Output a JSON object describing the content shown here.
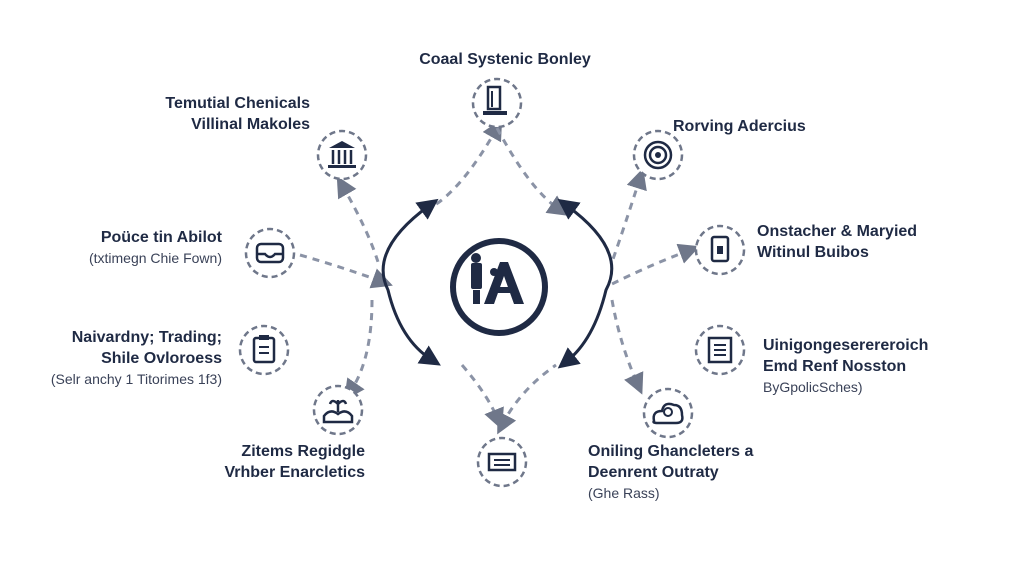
{
  "colors": {
    "ink": "#1f2a44",
    "dash": "#8b93a6",
    "bg": "#ffffff"
  },
  "hub": {
    "icon": "central-hub-logo-icon"
  },
  "nodes": [
    {
      "id": "top",
      "icon": "document-stand-icon",
      "title": [
        "Coaal Systenic Bonley"
      ],
      "sub": ""
    },
    {
      "id": "upper-left",
      "icon": "pillar-building-icon",
      "title": [
        "Temutial Chenicals",
        "Villinal Makoles"
      ],
      "sub": ""
    },
    {
      "id": "upper-right",
      "icon": "target-icon",
      "title": [
        "Rorving Adercius"
      ],
      "sub": ""
    },
    {
      "id": "mid-left",
      "icon": "inbox-tray-icon",
      "title": [
        "Poüce tin Abilot"
      ],
      "sub": "(txtimegn Chie Fown)"
    },
    {
      "id": "mid-right",
      "icon": "tablet-icon",
      "title": [
        "Onstacher & Maryied",
        "Witinul Buibos"
      ],
      "sub": ""
    },
    {
      "id": "lower-left",
      "icon": "clipboard-icon",
      "title": [
        "Naivardny; Trading;",
        "Shile Ovlorоess"
      ],
      "sub": "(Selr anchy 1 Titorimes 1f3)"
    },
    {
      "id": "lower-right",
      "icon": "document-list-icon",
      "title": [
        "Uinigongeserereroich",
        "Emd Renf Nosston"
      ],
      "sub": "BуGpolicSches)"
    },
    {
      "id": "bottom-left",
      "icon": "hands-plant-icon",
      "title": [
        "Zitems Regidgle",
        "Vrhber Enarcletics"
      ],
      "sub": ""
    },
    {
      "id": "bottom-right",
      "icon": "person-cloud-icon",
      "title": [
        "Oniling Ghanclеters a",
        "Deenrent Outraty"
      ],
      "sub": "(Ghe Rass)"
    },
    {
      "id": "bottom",
      "icon": "cards-stack-icon",
      "title": [],
      "sub": ""
    }
  ]
}
